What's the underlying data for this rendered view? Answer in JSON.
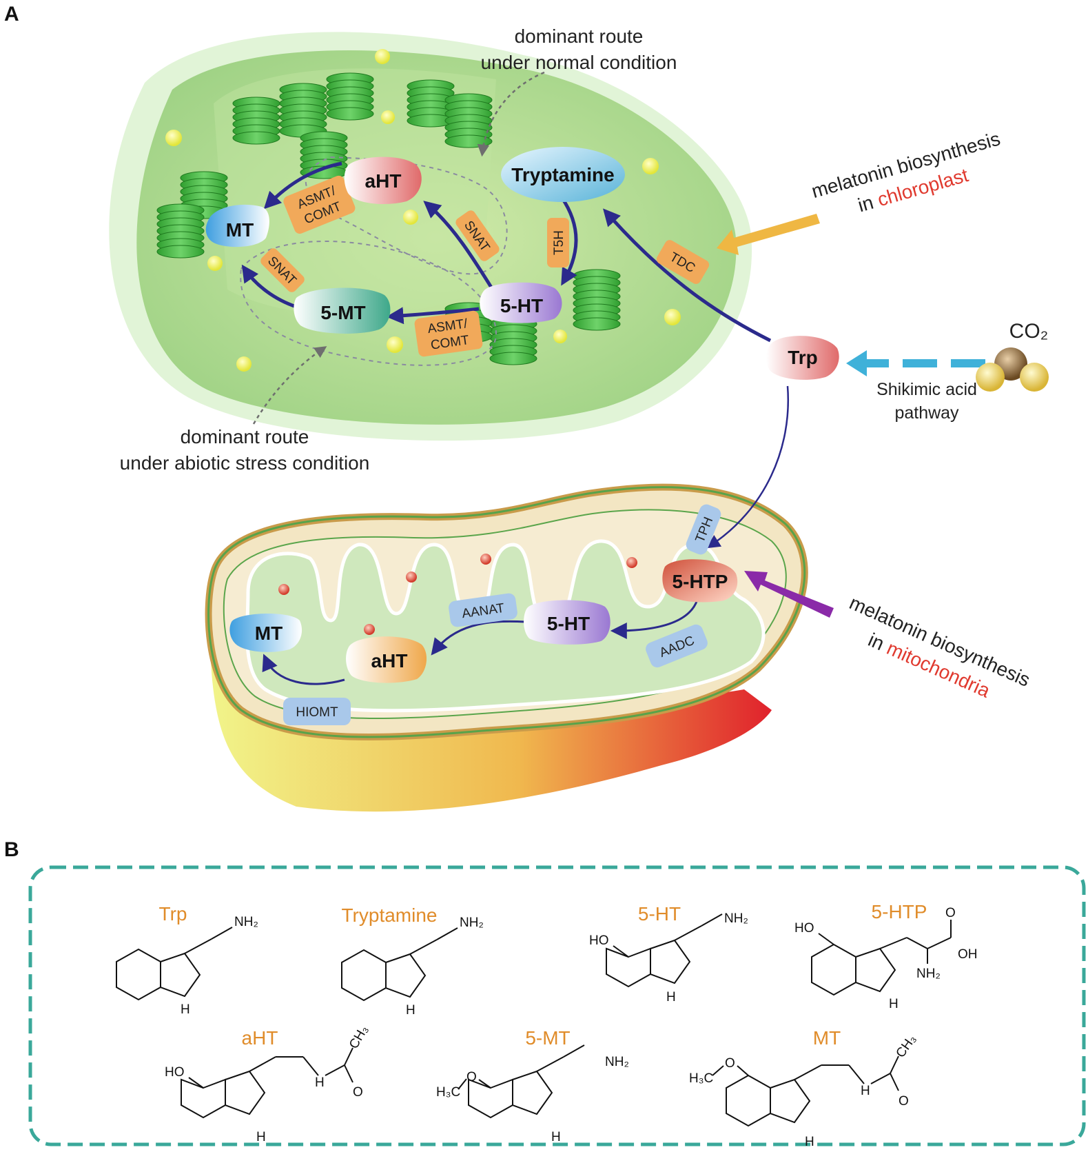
{
  "panels": {
    "a": "A",
    "b": "B"
  },
  "notes": {
    "normal_route": [
      "dominant route",
      "under normal condition"
    ],
    "stress_route": [
      "dominant route",
      "under abiotic stress condition"
    ],
    "chloroplast": {
      "line1": "melatonin biosynthesis",
      "line2_prefix": "in ",
      "line2_highlight": "chloroplast"
    },
    "mitochondria": {
      "line1": "melatonin biosynthesis",
      "line2_prefix": "in ",
      "line2_highlight": "mitochondria"
    },
    "shikimic": [
      "Shikimic acid",
      "pathway"
    ],
    "co2": "CO₂"
  },
  "chloroplast_nodes": {
    "tryptamine": "Tryptamine",
    "aht": "aHT",
    "mt": "MT",
    "five_mt": "5-MT",
    "five_ht": "5-HT",
    "trp": "Trp"
  },
  "chloroplast_enzymes": {
    "asmt_comt_top": [
      "ASMT/",
      "COMT"
    ],
    "snat_top": "SNAT",
    "t5h": "T5H",
    "tdc": "TDC",
    "snat_left": "SNAT",
    "asmt_comt_bottom": [
      "ASMT/",
      "COMT"
    ]
  },
  "mito_nodes": {
    "five_htp": "5-HTP",
    "five_ht": "5-HT",
    "aht": "aHT",
    "mt": "MT"
  },
  "mito_enzymes": {
    "tph": "TPH",
    "aadc": "AADC",
    "aanat": "AANAT",
    "hiomt": "HIOMT"
  },
  "structures": {
    "trp": "Trp",
    "tryptamine": "Tryptamine",
    "five_ht": "5-HT",
    "five_htp": "5-HTP",
    "aht": "aHT",
    "five_mt": "5-MT",
    "mt": "MT"
  },
  "atoms": {
    "nh2": "NH₂",
    "h": "H",
    "ho": "HO",
    "o": "O",
    "oh": "OH",
    "ch3": "CH₃",
    "h3c": "H₃C"
  },
  "colors": {
    "arrow": "#2b2a8c",
    "enzyme_chloroplast": "#f1a95a",
    "enzyme_mito": "#a9c8ea",
    "chem_name": "#e08c2a",
    "highlight": "#e03a2f",
    "frame": "#3aa89a",
    "co2_arrow": "#3fb1d9"
  }
}
